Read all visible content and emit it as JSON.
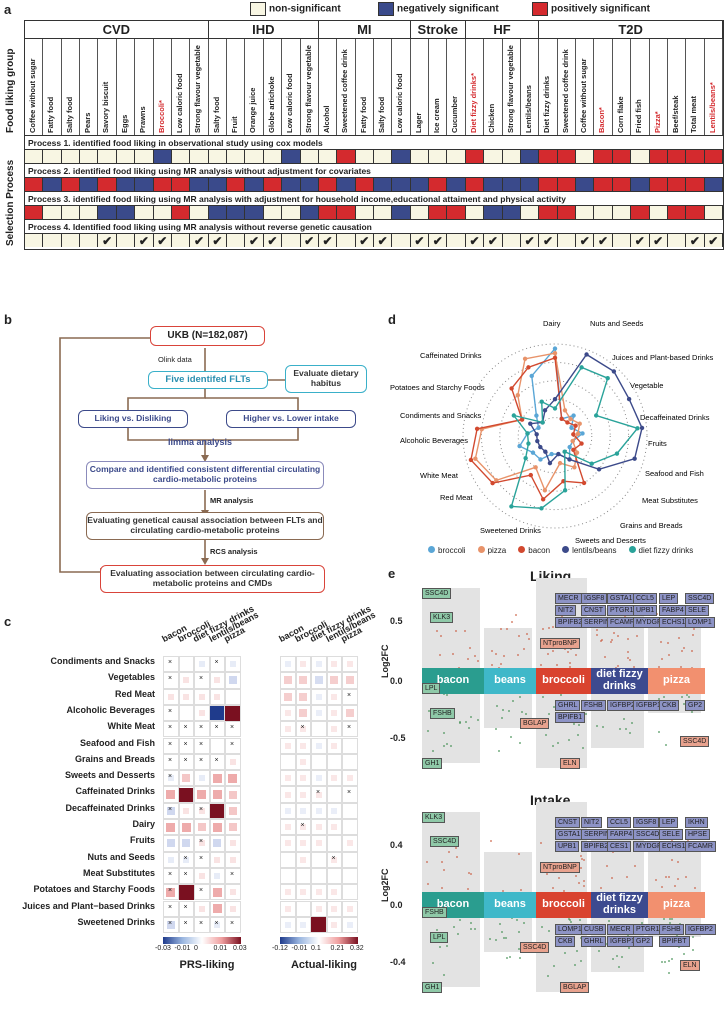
{
  "panel_a": {
    "label": "a",
    "legend": {
      "ns": "non-significant",
      "neg": "negatively significant",
      "pos": "positively significant"
    },
    "colors": {
      "ns": "#f8f6e3",
      "neg": "#3a4a8b",
      "pos": "#d42a2e"
    },
    "side_group": "Food liking group",
    "side_process": "Selection Process",
    "groups": [
      "CVD",
      "IHD",
      "MI",
      "Stroke",
      "HF",
      "T2D"
    ],
    "foods": [
      "Coffee without sugar",
      "Fatty food",
      "Salty food",
      "Pears",
      "Savory biscuit",
      "Eggs",
      "Prawns",
      "Broccoli*",
      "Low caloric food",
      "Strong flavour vegetable",
      "Salty food",
      "Fruit",
      "Orange juice",
      "Globe artichoke",
      "Low caloric food",
      "Strong flavour vegetable",
      "Alcohol",
      "Sweetened coffee drink",
      "Fatty food",
      "Salty food",
      "Low caloric food",
      "Lager",
      "Ice cream",
      "Cucumber",
      "Diet fizzy drinks*",
      "Chicken",
      "Strong flavour vegetable",
      "Lentils/beans",
      "Diet fizzy drinks",
      "Sweetened coffee drink",
      "Coffee without sugar",
      "Bacon*",
      "Corn flake",
      "Fried fish",
      "Pizza*",
      "Beef/steak",
      "Total meat",
      "Lentils/beans*"
    ],
    "processes": [
      "Process 1. identified food liking in observational study using cox models",
      "Process 2. identified food liking using MR analysis without adjustment for covariates",
      "Process 3. identified food liking using MR analysis with adjustment for household income,educational attaiment and physical activity",
      "Process 4. Identified food liking using MR analysis without reverse genetic causation"
    ],
    "check": "✔"
  },
  "panel_b": {
    "label": "b",
    "ukb": "UKB (N=182,087)",
    "olink": "Olink data",
    "five": "Five identifed FLTs",
    "evaluate": "Evaluate dietary habitus",
    "liking": "Liking vs. Disliking",
    "higher": "Higher vs. Lower intake",
    "limma": "limma analysis",
    "compare": "Compare and identified consistent differential circulating cardio-metabolic proteins",
    "mr": "MR analysis",
    "genetic": "Evaluating genetical causal association between FLTs and circulating cardio-metabolic proteins",
    "rcs": "RCS analysis",
    "cmd": "Evaluating association between circulating cardio-metabolic proteins and CMDs"
  },
  "panel_c": {
    "label": "c",
    "cols": [
      "bacon",
      "broccoli",
      "diet fizzy drinks",
      "lentils/beans",
      "pizza"
    ],
    "rows": [
      "Condiments and Snacks",
      "Vegetables",
      "Red Meat",
      "Alcoholic Beverages",
      "White Meat",
      "Seafood and Fish",
      "Grains and Breads",
      "Sweets and Desserts",
      "Caffeinated Drinks",
      "Decaffeinated Drinks",
      "Dairy",
      "Fruits",
      "Nuts and Seeds",
      "Meat Substitutes",
      "Potatoes and Starchy Foods",
      "Juices and Plant−based Drinks",
      "Sweetened Drinks"
    ],
    "left_title": "PRS-liking",
    "right_title": "Actual-liking",
    "left_ticks": [
      "-0.03",
      "-0.01",
      "0",
      "0.01",
      "0.03"
    ],
    "right_ticks": [
      "-0.12",
      "-0.01",
      "0.1",
      "0.21",
      "0.32"
    ],
    "prs": [
      [
        0,
        0,
        -1,
        0,
        -1
      ],
      [
        0,
        1,
        0,
        1,
        -2
      ],
      [
        1,
        1,
        1,
        1,
        0
      ],
      [
        0,
        0,
        1,
        -6,
        7
      ],
      [
        0,
        0,
        0,
        0,
        0
      ],
      [
        0,
        0,
        0,
        0,
        0
      ],
      [
        0,
        0,
        0,
        0,
        1
      ],
      [
        -1,
        2,
        -1,
        3,
        3
      ],
      [
        3,
        6,
        3,
        3,
        2
      ],
      [
        -2,
        1,
        1,
        6,
        2
      ],
      [
        3,
        3,
        2,
        3,
        2
      ],
      [
        -2,
        -2,
        1,
        -2,
        1
      ],
      [
        -1,
        -1,
        0,
        1,
        1
      ],
      [
        0,
        0,
        1,
        -1,
        0
      ],
      [
        3,
        7,
        0,
        3,
        1
      ],
      [
        0,
        0,
        1,
        3,
        1
      ],
      [
        -2,
        0,
        0,
        -1,
        0
      ]
    ],
    "prs_x": [
      [
        1,
        0,
        0,
        1,
        0
      ],
      [
        1,
        0,
        1,
        0,
        0
      ],
      [
        0,
        0,
        0,
        0,
        0
      ],
      [
        1,
        0,
        0,
        0,
        0
      ],
      [
        1,
        1,
        1,
        1,
        1
      ],
      [
        1,
        1,
        1,
        0,
        1
      ],
      [
        1,
        1,
        1,
        1,
        0
      ],
      [
        1,
        0,
        0,
        0,
        0
      ],
      [
        0,
        0,
        0,
        0,
        0
      ],
      [
        1,
        0,
        1,
        0,
        0
      ],
      [
        0,
        0,
        0,
        0,
        0
      ],
      [
        0,
        0,
        1,
        0,
        0
      ],
      [
        0,
        1,
        1,
        0,
        0
      ],
      [
        1,
        1,
        0,
        0,
        1
      ],
      [
        1,
        0,
        1,
        0,
        0
      ],
      [
        1,
        1,
        0,
        0,
        0
      ],
      [
        1,
        1,
        1,
        1,
        1
      ]
    ],
    "act": [
      [
        -1,
        1,
        -1,
        1,
        1
      ],
      [
        2,
        2,
        -2,
        2,
        2
      ],
      [
        2,
        2,
        -1,
        1,
        0
      ],
      [
        1,
        2,
        -1,
        1,
        2
      ],
      [
        1,
        1,
        0,
        1,
        0
      ],
      [
        1,
        1,
        -1,
        1,
        0
      ],
      [
        0,
        1,
        0,
        0,
        0
      ],
      [
        1,
        1,
        -1,
        1,
        1
      ],
      [
        1,
        1,
        1,
        0,
        0
      ],
      [
        -1,
        -1,
        -1,
        -1,
        0
      ],
      [
        1,
        1,
        1,
        1,
        0
      ],
      [
        1,
        1,
        1,
        0,
        1
      ],
      [
        0,
        1,
        0,
        1,
        0
      ],
      [
        0,
        0,
        0,
        0,
        0
      ],
      [
        1,
        1,
        1,
        1,
        0
      ],
      [
        1,
        0,
        1,
        1,
        1
      ],
      [
        -1,
        -1,
        8,
        1,
        -1
      ]
    ],
    "act_x": [
      [
        0,
        0,
        0,
        0,
        0
      ],
      [
        0,
        0,
        0,
        0,
        0
      ],
      [
        0,
        0,
        0,
        0,
        1
      ],
      [
        0,
        0,
        0,
        0,
        0
      ],
      [
        0,
        1,
        0,
        0,
        1
      ],
      [
        0,
        0,
        0,
        0,
        0
      ],
      [
        0,
        0,
        0,
        0,
        0
      ],
      [
        0,
        0,
        0,
        0,
        0
      ],
      [
        0,
        0,
        1,
        0,
        1
      ],
      [
        0,
        0,
        0,
        0,
        0
      ],
      [
        0,
        1,
        0,
        0,
        0
      ],
      [
        0,
        0,
        0,
        0,
        0
      ],
      [
        0,
        0,
        0,
        1,
        0
      ],
      [
        0,
        0,
        0,
        0,
        0
      ],
      [
        0,
        0,
        0,
        0,
        0
      ],
      [
        0,
        0,
        0,
        0,
        0
      ],
      [
        0,
        0,
        0,
        0,
        0
      ]
    ]
  },
  "panel_d": {
    "label": "d",
    "categories": [
      "Dairy",
      "Nuts and Seeds",
      "Juices and Plant-based Drinks",
      "Vegetable",
      "Decaffeinated Drinks",
      "Fruits",
      "Seafood and Fish",
      "Meat Substitutes",
      "Grains and Breads",
      "Sweets and Desserts",
      "Sweetened Drinks",
      "Red Meat",
      "White Meat",
      "Alcoholic Beverages",
      "Condiments and Snacks",
      "Potatoes and Starchy Foods",
      "Caffeinated Drinks"
    ],
    "legend": [
      "broccoli",
      "pizza",
      "bacon",
      "lentils/beans",
      "diet fizzy drinks"
    ],
    "colors": [
      "#5aa6d6",
      "#e8936a",
      "#d2492f",
      "#3c4a8a",
      "#2aa39a"
    ]
  },
  "panel_e": {
    "label": "e",
    "liking_title": "Liking",
    "intake_title": "Intake",
    "ylabel": "Log2FC",
    "segments": [
      "bacon",
      "beans",
      "broccoli",
      "diet fizzy drinks",
      "pizza"
    ],
    "seg_colors": [
      "#2a9d8f",
      "#3fb8c9",
      "#d9432f",
      "#3d4a8f",
      "#f2906f"
    ],
    "liking_ticks": [
      "0.5",
      "0.0",
      "-0.5"
    ],
    "intake_ticks": [
      "0.4",
      "0.0",
      "-0.4"
    ],
    "liking_tags": [
      {
        "t": "SSC4D",
        "c": "g"
      },
      {
        "t": "KLK3",
        "c": "g"
      },
      {
        "t": "LPL",
        "c": "g"
      },
      {
        "t": "FSHB",
        "c": "g"
      },
      {
        "t": "GH1",
        "c": "g"
      },
      {
        "t": "MECR",
        "c": "b"
      },
      {
        "t": "IGSF8",
        "c": "b"
      },
      {
        "t": "GSTA1",
        "c": "b"
      },
      {
        "t": "NTproBNP",
        "c": "o"
      },
      {
        "t": "CCL5",
        "c": "b"
      },
      {
        "t": "LEP",
        "c": "b"
      },
      {
        "t": "SSC4D",
        "c": "b"
      },
      {
        "t": "NIT2",
        "c": "b"
      },
      {
        "t": "CNST",
        "c": "b"
      },
      {
        "t": "PTGR1",
        "c": "b"
      },
      {
        "t": "UPB1",
        "c": "b"
      },
      {
        "t": "FABP4",
        "c": "b"
      },
      {
        "t": "SELE",
        "c": "b"
      },
      {
        "t": "BPIFB2",
        "c": "b"
      },
      {
        "t": "SERPINE1",
        "c": "b"
      },
      {
        "t": "FCAMR",
        "c": "b"
      },
      {
        "t": "MYDGF",
        "c": "b"
      },
      {
        "t": "ECHS1",
        "c": "b"
      },
      {
        "t": "LOMP1",
        "c": "b"
      },
      {
        "t": "BGLAP",
        "c": "o"
      },
      {
        "t": "GHRL",
        "c": "b"
      },
      {
        "t": "FSHB",
        "c": "b"
      },
      {
        "t": "IGFBP2",
        "c": "b"
      },
      {
        "t": "IGFBP1",
        "c": "b"
      },
      {
        "t": "CKB",
        "c": "b"
      },
      {
        "t": "GP2",
        "c": "b"
      },
      {
        "t": "BPIFB1",
        "c": "b"
      },
      {
        "t": "ELN",
        "c": "o"
      },
      {
        "t": "SSC4D",
        "c": "o"
      }
    ],
    "intake_tags": [
      {
        "t": "KLK3",
        "c": "g"
      },
      {
        "t": "SSC4D",
        "c": "g"
      },
      {
        "t": "FSHB",
        "c": "g"
      },
      {
        "t": "LPL",
        "c": "g"
      },
      {
        "t": "GH1",
        "c": "g"
      },
      {
        "t": "CNST",
        "c": "b"
      },
      {
        "t": "NIT2",
        "c": "b"
      },
      {
        "t": "CCL5",
        "c": "b"
      },
      {
        "t": "IGSF8",
        "c": "b"
      },
      {
        "t": "LEP",
        "c": "b"
      },
      {
        "t": "IKHN",
        "c": "b"
      },
      {
        "t": "GSTA1",
        "c": "b"
      },
      {
        "t": "SERPINE1",
        "c": "b"
      },
      {
        "t": "FARP4",
        "c": "b"
      },
      {
        "t": "SSC4D",
        "c": "b"
      },
      {
        "t": "SELE",
        "c": "b"
      },
      {
        "t": "HPSE",
        "c": "b"
      },
      {
        "t": "UPB1",
        "c": "b"
      },
      {
        "t": "BPIFB2",
        "c": "b"
      },
      {
        "t": "CES1",
        "c": "b"
      },
      {
        "t": "MYDGF",
        "c": "b"
      },
      {
        "t": "ECHS1",
        "c": "b"
      },
      {
        "t": "NTproBNP",
        "c": "o"
      },
      {
        "t": "FCAMR",
        "c": "b"
      },
      {
        "t": "LOMP1",
        "c": "b"
      },
      {
        "t": "CUSB",
        "c": "b"
      },
      {
        "t": "MECR",
        "c": "b"
      },
      {
        "t": "PTGR1",
        "c": "b"
      },
      {
        "t": "SSC4D",
        "c": "o"
      },
      {
        "t": "FSHB",
        "c": "b"
      },
      {
        "t": "IGFBP2",
        "c": "b"
      },
      {
        "t": "CKB",
        "c": "b"
      },
      {
        "t": "BGLAP",
        "c": "o"
      },
      {
        "t": "GHRL",
        "c": "b"
      },
      {
        "t": "IGFBP1",
        "c": "b"
      },
      {
        "t": "GP2",
        "c": "b"
      },
      {
        "t": "BPIFBT",
        "c": "b"
      },
      {
        "t": "ELN",
        "c": "o"
      }
    ]
  }
}
